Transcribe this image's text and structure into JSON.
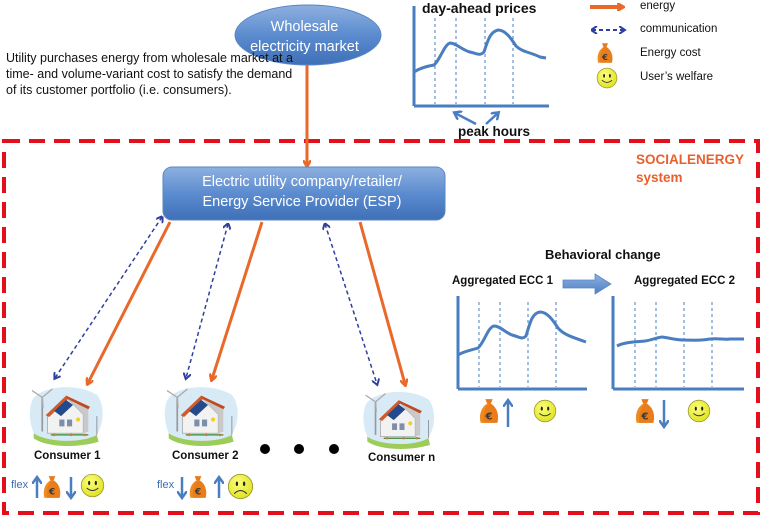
{
  "description": "Utility purchases energy from wholesale market at a time- and volume-variant cost to satisfy the demand of its customer portfolio (i.e. consumers).",
  "wholesale_market": {
    "line1": "Wholesale",
    "line2": "electricity market"
  },
  "esp": {
    "line1": "Electric utility company/retailer/",
    "line2": "Energy Service Provider (ESP)"
  },
  "price_chart": {
    "title": "day-ahead prices",
    "peak_label": "peak hours"
  },
  "legend": [
    {
      "icon": "orange-arrow-icon",
      "label": "energy"
    },
    {
      "icon": "dashed-double-arrow-icon",
      "label": "communication"
    },
    {
      "icon": "money-bag-euro-icon",
      "label": "Energy cost"
    },
    {
      "icon": "smiley-icon",
      "label": "User’s welfare"
    }
  ],
  "system": {
    "line1": "SOCIALENERGY",
    "line2": "system"
  },
  "behavioral": {
    "title": "Behavioral change",
    "ecc1": {
      "label": "Aggregated ECC 1",
      "cost": "up",
      "welfare": "happy"
    },
    "ecc2": {
      "label": "Aggregated ECC 2",
      "cost": "down",
      "welfare": "happy"
    }
  },
  "consumers": [
    {
      "label": "Consumer 1",
      "flex_label": "flex",
      "flex": "up",
      "cost": "down",
      "welfare": "happy"
    },
    {
      "label": "Consumer 2",
      "flex_label": "flex",
      "flex": "down",
      "cost": "up",
      "welfare": "sad"
    },
    {
      "label": "Consumer n"
    }
  ],
  "colors": {
    "energy": "#e8692a",
    "communication": "#2f3f9e",
    "boundary": "#e3101c",
    "box_blue": "#4a7fc4",
    "curve": "#4a7ec0",
    "system_text": "#e8602c"
  }
}
